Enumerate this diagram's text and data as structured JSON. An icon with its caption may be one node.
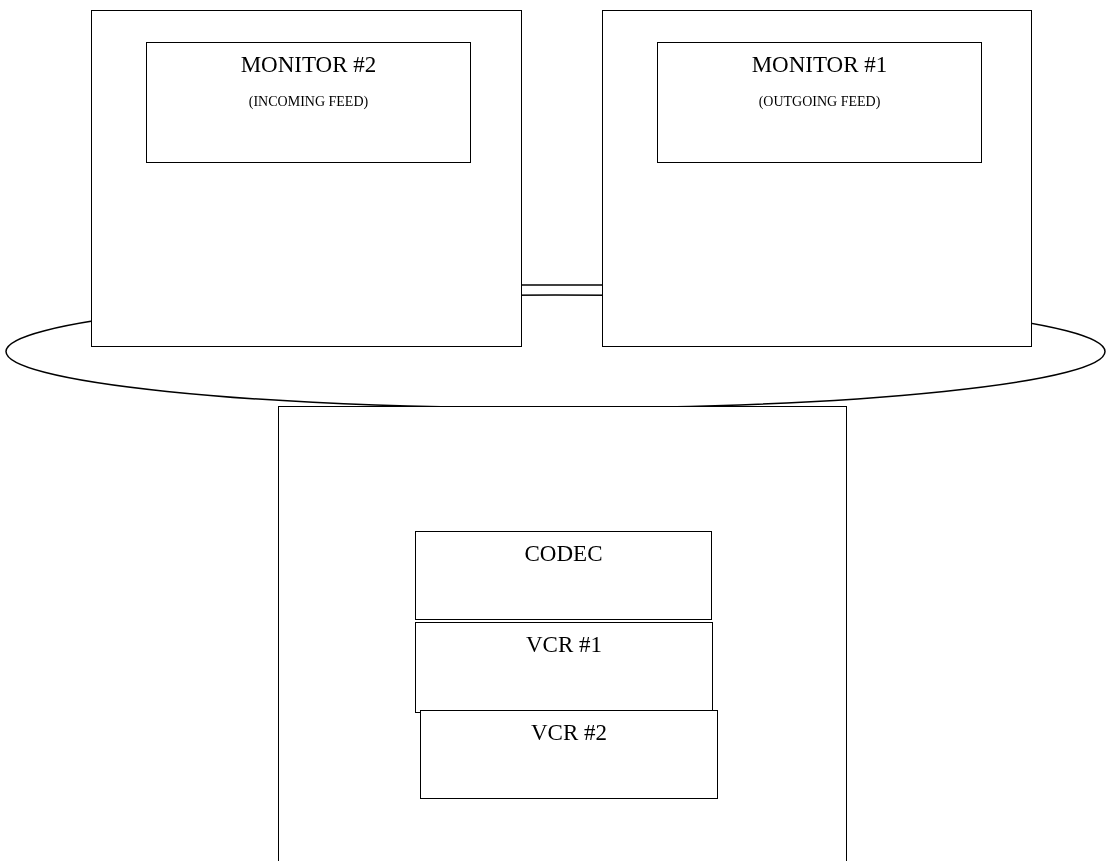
{
  "diagram": {
    "nodes": [
      {
        "text": [],
        "shape": "box"
      },
      {
        "text": [
          "MONITOR #2",
          "(INCOMING FEED)"
        ],
        "in": 0
      },
      {
        "text": [],
        "shape": "box"
      },
      {
        "text": [
          "MONITOR #1",
          "(OUTGOING FEED)"
        ],
        "in": 2
      },
      {
        "text": [],
        "shape": "ellipse"
      },
      {
        "text": [],
        "shape": "box"
      },
      {
        "text": [
          "CODEC"
        ],
        "in": 5
      },
      {
        "text": [
          "VCR #1"
        ],
        "in": 5
      },
      {
        "text": [
          "VCR #2"
        ],
        "in": 5
      }
    ],
    "edges": [
      {
        "from": 0,
        "to": 2,
        "arrow": "none"
      }
    ]
  }
}
